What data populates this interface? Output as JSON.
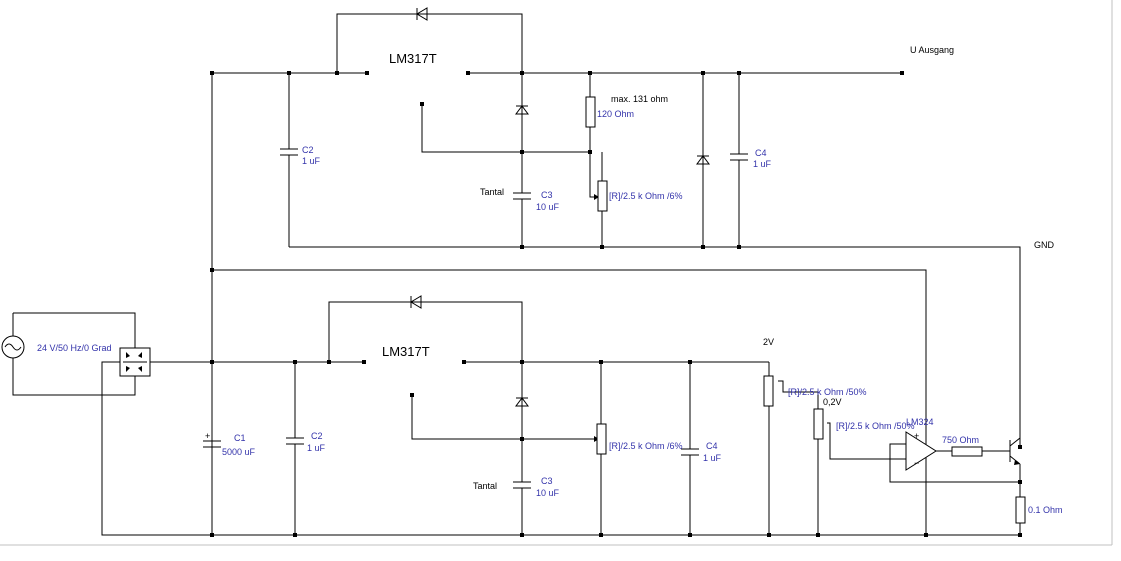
{
  "upper": {
    "ic_label": "LM317T",
    "output_label": "U Ausgang",
    "gnd_label": "GND",
    "max_note": "max. 131 ohm",
    "c2": {
      "name": "C2",
      "value": "1 uF"
    },
    "r120": {
      "value": "120  Ohm"
    },
    "tantal": "Tantal",
    "c3": {
      "name": "C3",
      "value": "10 uF"
    },
    "pot": {
      "value": "[R]/2.5 k Ohm /6%"
    },
    "c4": {
      "name": "C4",
      "value": "1 uF"
    }
  },
  "lower": {
    "source": {
      "value": "24 V/50 Hz/0 Grad"
    },
    "ic_label": "LM317T",
    "c1": {
      "name": "C1",
      "value": "5000 uF"
    },
    "c2": {
      "name": "C2",
      "value": "1 uF"
    },
    "tantal": "Tantal",
    "c3": {
      "name": "C3",
      "value": "10 uF"
    },
    "pot": {
      "value": "[R]/2.5 k Ohm /6%"
    },
    "c4": {
      "name": "C4",
      "value": "1 uF"
    },
    "v2_label": "2V",
    "pot2": {
      "value": "[R]/2.5 k Ohm /50%"
    },
    "v02_label": "0,2V",
    "pot3": {
      "value": "[R]/2.5 k Ohm /50%"
    },
    "opamp": {
      "name": "LM324"
    },
    "r750": {
      "value": "750  Ohm"
    },
    "r01": {
      "value": "0.1  Ohm"
    }
  }
}
